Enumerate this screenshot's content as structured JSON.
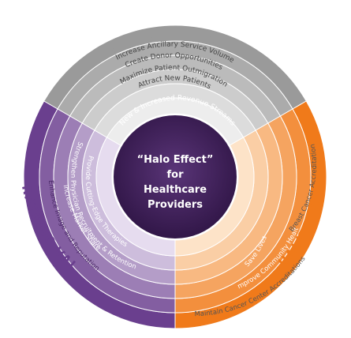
{
  "center": {
    "lines": [
      "“Halo Effect”",
      "for",
      "Healthcare",
      "Providers"
    ]
  },
  "sectors": {
    "financial": {
      "title": "FINANCIAL VALUE",
      "items": [
        "Increase Ancillary Service Volume",
        "Create Donor Opportunities",
        "Maximize Patient Outmigration",
        "Attract New Patients",
        "New & Increased Revenue Streams"
      ]
    },
    "quality": {
      "title": "QUALITY VALUE",
      "items": [
        "Maintain Cancer Center Accreditations",
        "Improve Community Health",
        "Save Lives",
        "Breast Cancer Accreditations"
      ]
    },
    "strategic": {
      "title": "STRATEGIC VALUE",
      "items": [
        "Enhance Image and Reputation",
        "Increase Market Share",
        "Strengthen Physician Recruitment & Retention",
        "Provide Cutting-Edge Therapies"
      ]
    }
  },
  "colors": {
    "financial_outer": "#ededed",
    "financial_inner": "#9a9a9a",
    "quality_outer": "#fde3c8",
    "quality_inner": "#f07a1a",
    "strategic_outer": "#e6dcef",
    "strategic_inner": "#6a3f8e",
    "center": "#3f1f5a",
    "title_text": "#9a9a9a"
  }
}
